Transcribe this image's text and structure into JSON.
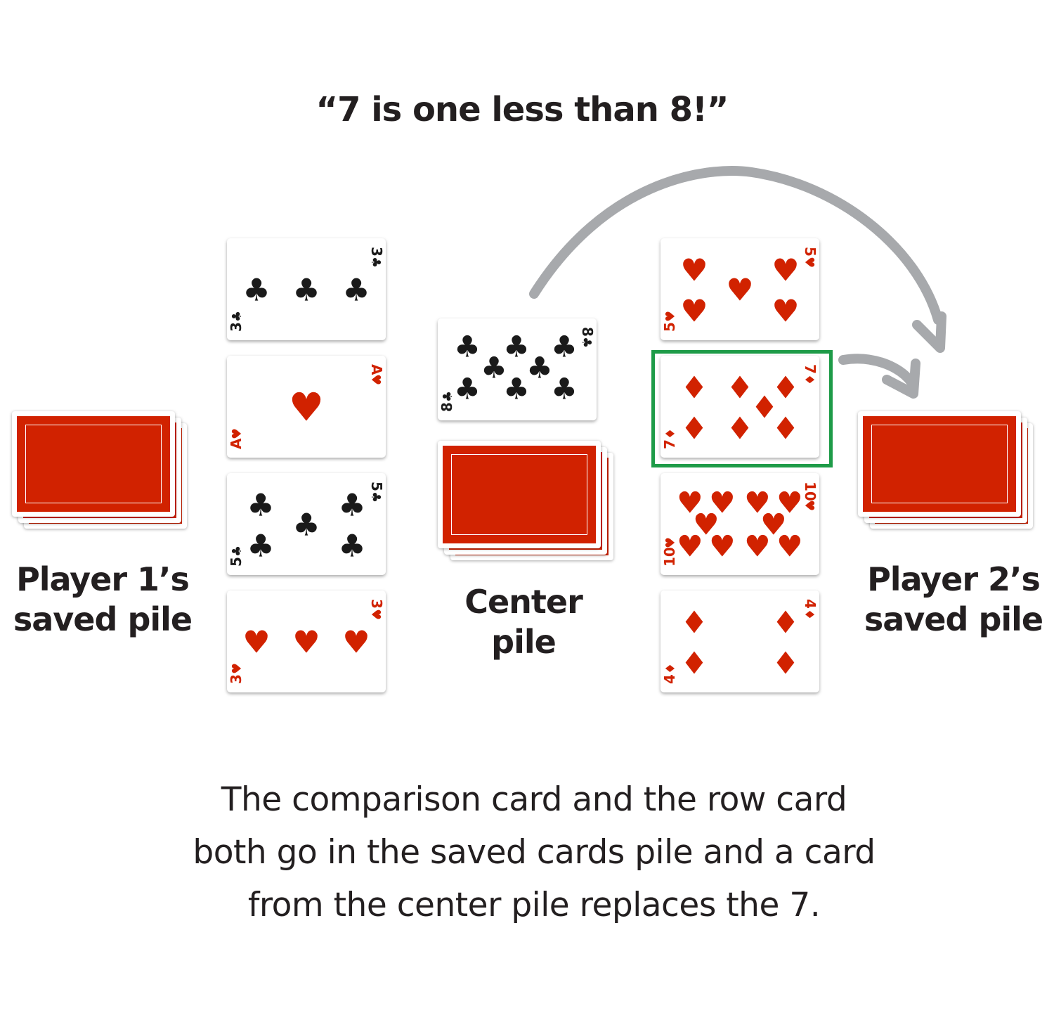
{
  "quote": "“7 is one less than 8!”",
  "labels": {
    "player1": [
      "Player 1’s",
      "saved pile"
    ],
    "center": [
      "Center",
      "pile"
    ],
    "player2": [
      "Player 2’s",
      "saved pile"
    ]
  },
  "caption": [
    "The comparison card and the row card",
    "both go in the saved cards pile and a card",
    "from the center pile replaces the 7."
  ],
  "cards": {
    "player1_row": [
      {
        "rank": "3",
        "suit": "clubs"
      },
      {
        "rank": "A",
        "suit": "hearts"
      },
      {
        "rank": "5",
        "suit": "clubs"
      },
      {
        "rank": "3",
        "suit": "hearts"
      }
    ],
    "center_comparison": {
      "rank": "8",
      "suit": "clubs"
    },
    "player2_row": [
      {
        "rank": "5",
        "suit": "hearts"
      },
      {
        "rank": "7",
        "suit": "diamonds",
        "highlighted": true
      },
      {
        "rank": "10",
        "suit": "hearts"
      },
      {
        "rank": "4",
        "suit": "diamonds"
      }
    ]
  },
  "colors": {
    "card_back": "#d12200",
    "red_suit": "#d12200",
    "black_suit": "#1a1a1a",
    "highlight": "#1e9b48",
    "arrow": "#a7a9ac",
    "text": "#231f20"
  }
}
